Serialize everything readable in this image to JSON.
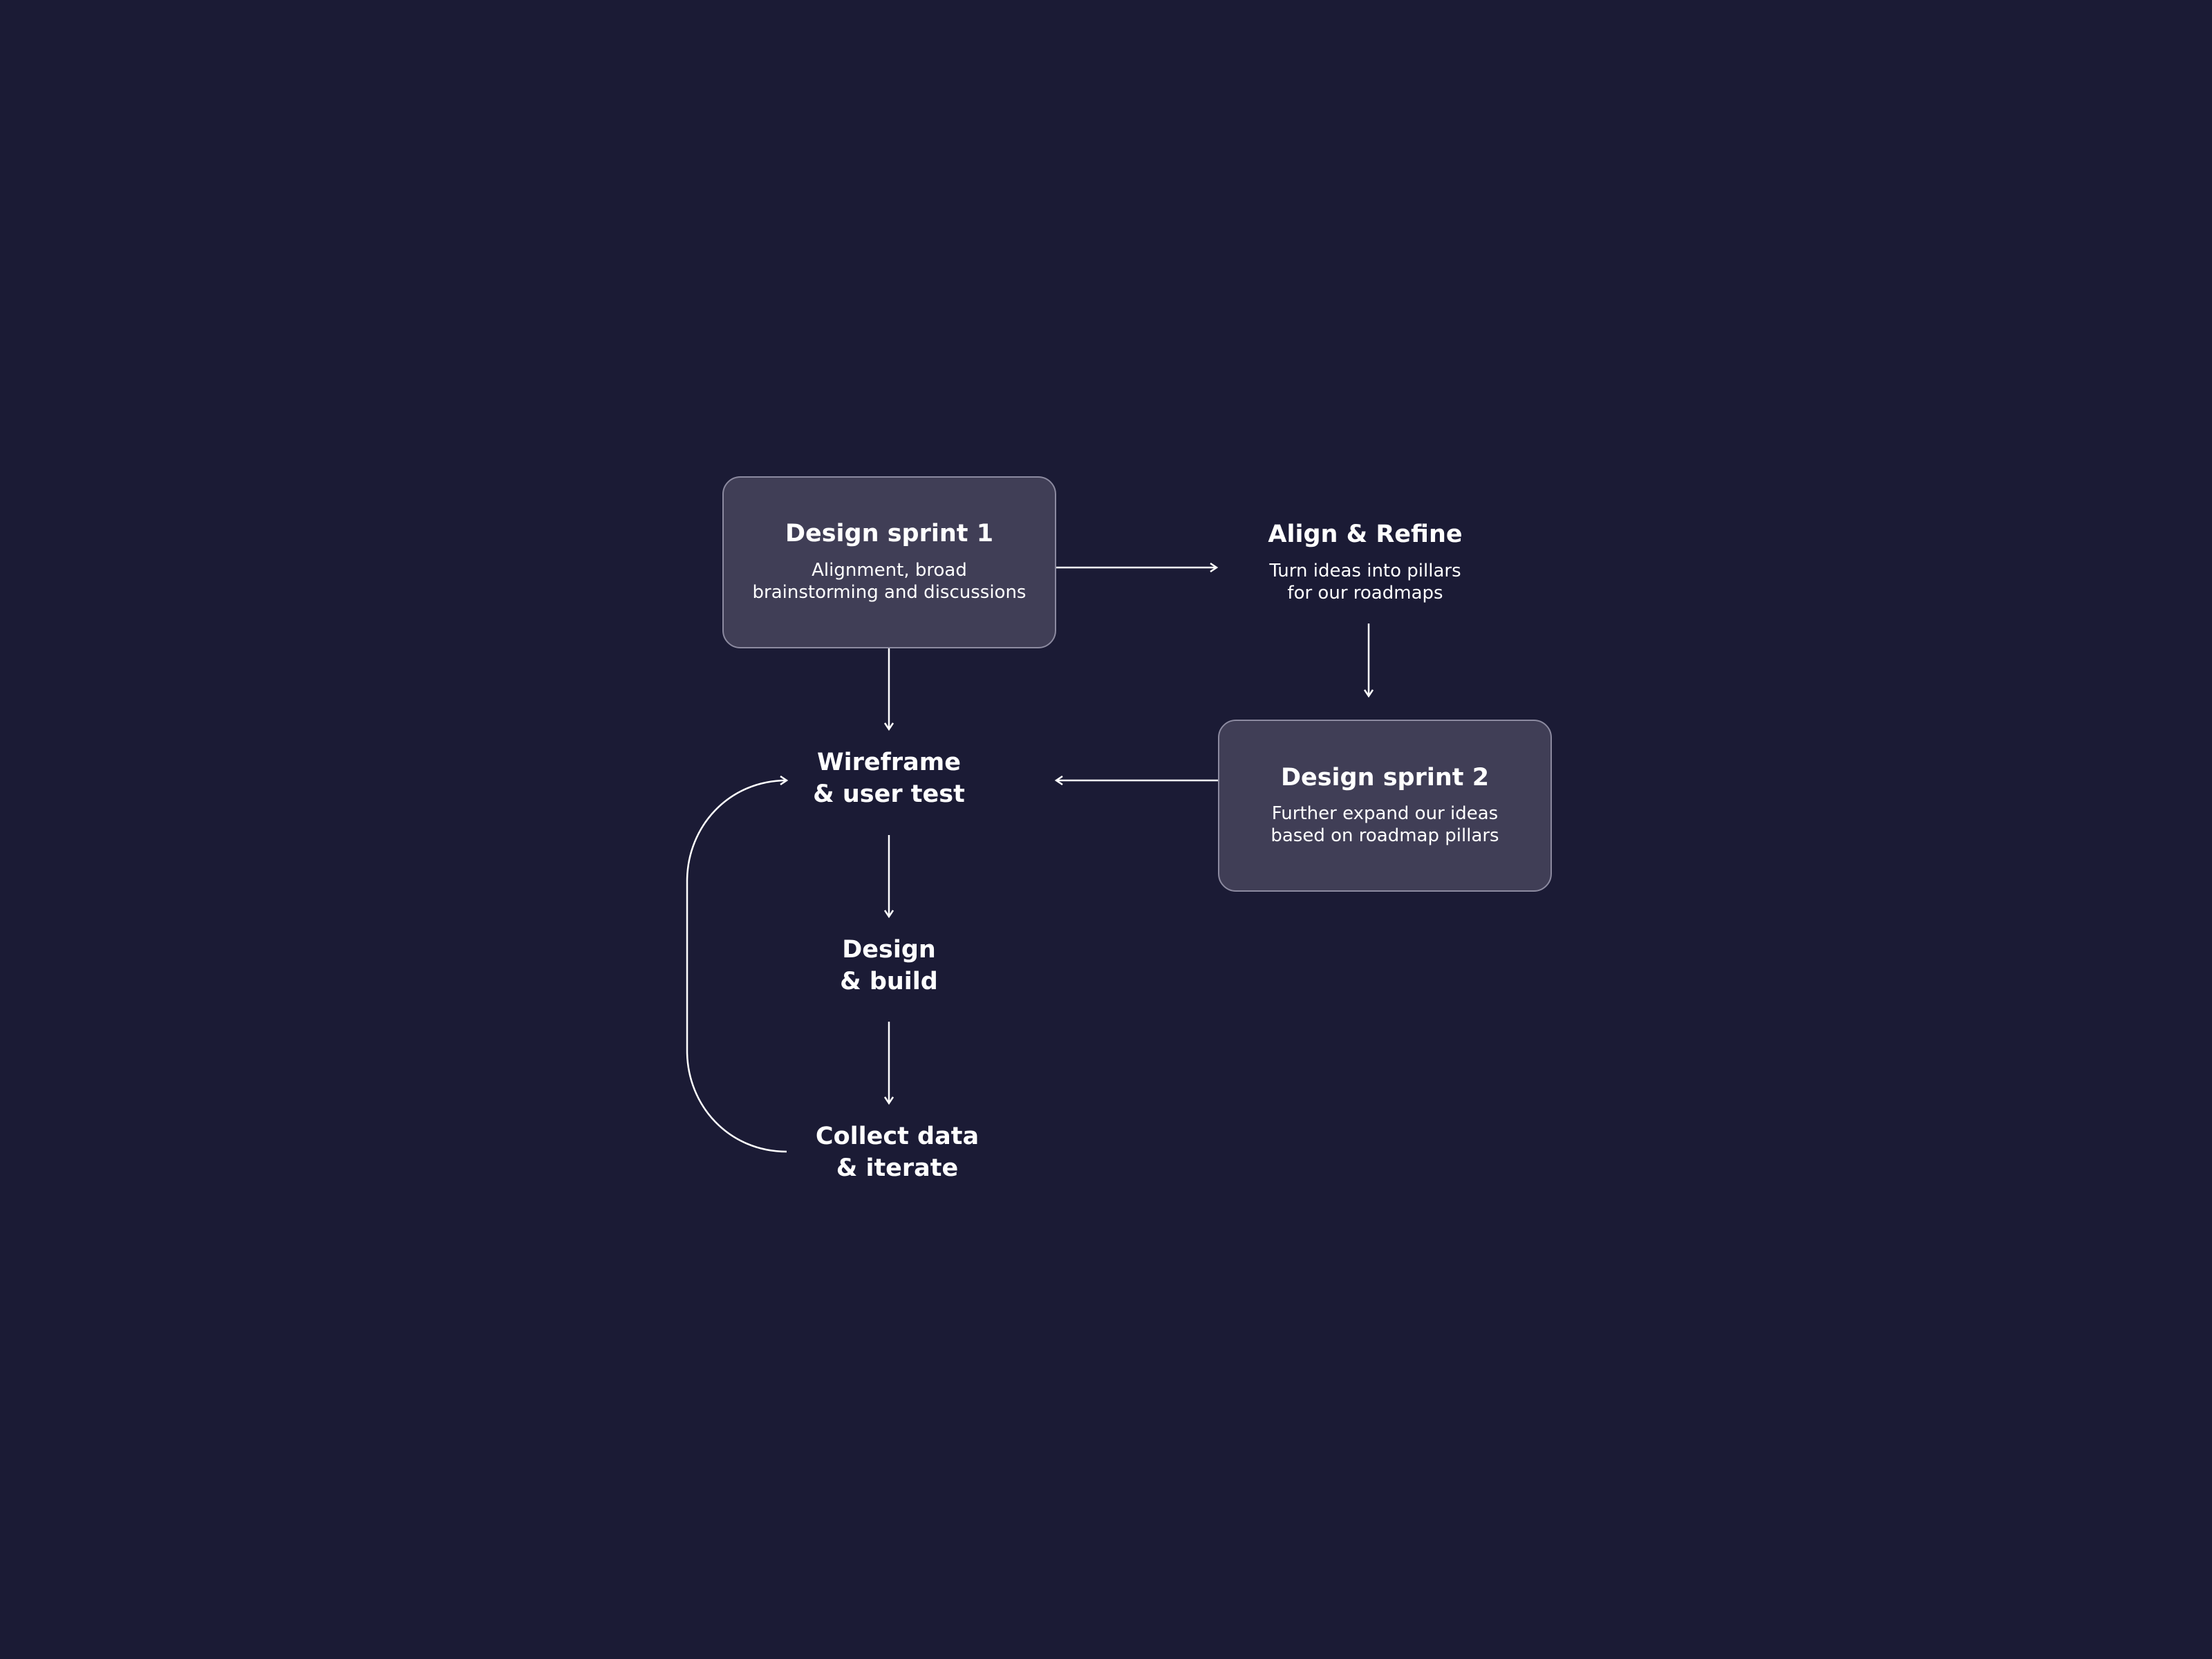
{
  "nodes": {
    "sprint1": {
      "title": "Design sprint 1",
      "desc_line1": "Alignment, broad",
      "desc_line2": "brainstorming and discussions"
    },
    "align": {
      "title": "Align & Refine",
      "desc_line1": "Turn ideas into pillars",
      "desc_line2": "for our roadmaps"
    },
    "sprint2": {
      "title": "Design sprint 2",
      "desc_line1": "Further expand our ideas",
      "desc_line2": "based on roadmap pillars"
    },
    "wireframe": {
      "line1": "Wireframe",
      "line2": "& user test"
    },
    "build": {
      "line1": "Design",
      "line2": "& build"
    },
    "collect": {
      "line1": "Collect data",
      "line2": "& iterate"
    }
  },
  "colors": {
    "background": "#1b1b35",
    "box_fill": "#403e56",
    "box_border": "#8c8aa0",
    "text": "#ffffff",
    "connector": "#ffffff"
  }
}
